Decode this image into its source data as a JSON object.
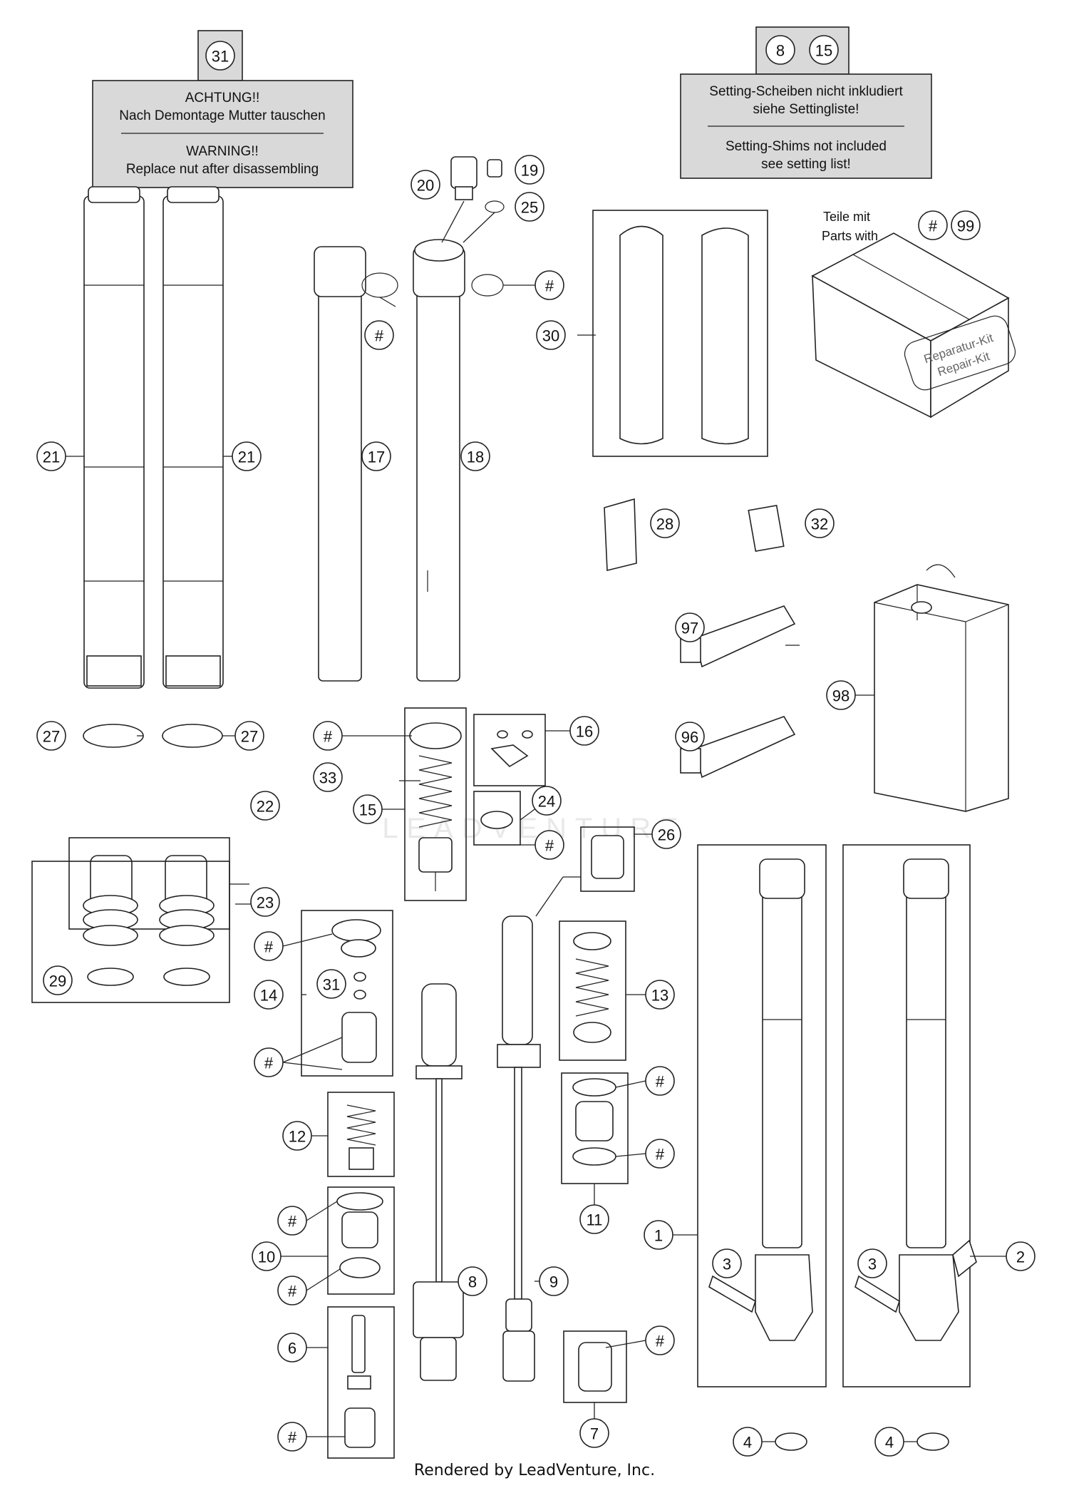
{
  "notes": {
    "left": {
      "refs": [
        "31"
      ],
      "lines": [
        "ACHTUNG!!",
        "Nach Demontage Mutter tauschen",
        "WARNING!!",
        "Replace nut after disassembling"
      ]
    },
    "right": {
      "refs": [
        "8",
        "15"
      ],
      "lines": [
        "Setting-Scheiben nicht inkludiert",
        "siehe Settingliste!",
        "Setting-Shims not included",
        "see setting list!"
      ]
    }
  },
  "kit": {
    "line1": "Teile mit",
    "line2": "Parts with",
    "refs": [
      "#",
      "99"
    ],
    "box_line1": "Reparatur-Kit",
    "box_line2": "Repair-Kit"
  },
  "callouts": [
    "21",
    "21",
    "17",
    "18",
    "20",
    "19",
    "25",
    "#",
    "#",
    "30",
    "27",
    "27",
    "22",
    "#",
    "33",
    "15",
    "24",
    "#",
    "16",
    "28",
    "32",
    "97",
    "96",
    "98",
    "26",
    "23",
    "#",
    "29",
    "31",
    "14",
    "#",
    "13",
    "12",
    "#",
    "#",
    "10",
    "#",
    "6",
    "#",
    "8",
    "9",
    "#",
    "#",
    "11",
    "1",
    "2",
    "3",
    "3",
    "4",
    "4",
    "7"
  ],
  "watermark": "LEADVENTURE",
  "footer": "Rendered by LeadVenture, Inc."
}
